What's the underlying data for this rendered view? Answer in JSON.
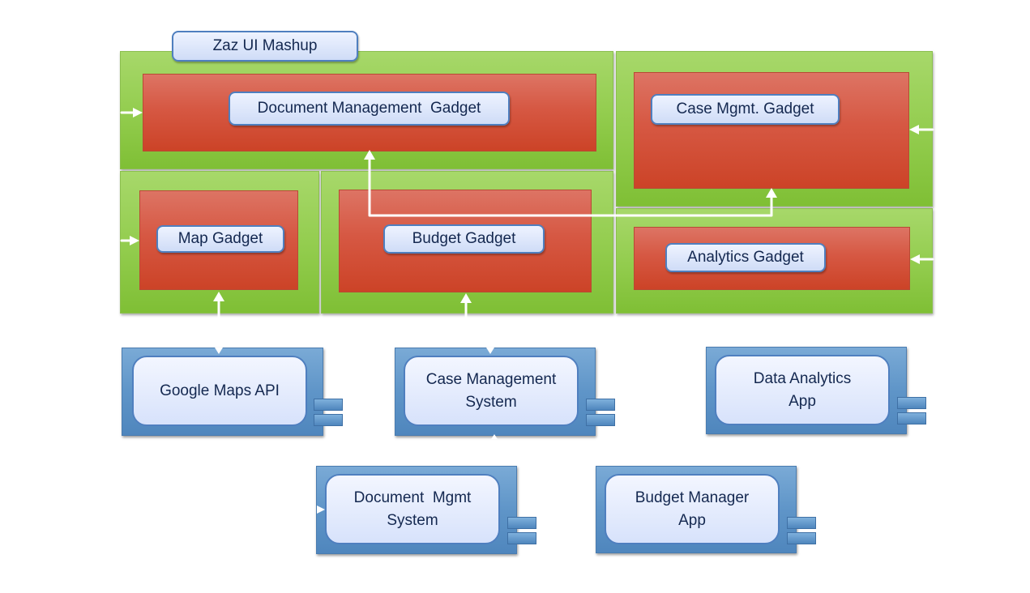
{
  "mashup": {
    "title": "Zaz UI Mashup"
  },
  "gadgets": {
    "document_management": "Document Management  Gadget",
    "case_mgmt": "Case Mgmt. Gadget",
    "map": "Map Gadget",
    "budget": "Budget Gadget",
    "analytics": "Analytics Gadget"
  },
  "components": {
    "google_maps": "Google Maps API",
    "case_management": "Case Management\nSystem",
    "data_analytics": "Data Analytics\nApp",
    "document_mgmt": "Document  Mgmt\nSystem",
    "budget_manager": "Budget Manager\nApp"
  },
  "colors": {
    "panel_green": "#92cc4d",
    "gadget_red": "#d65843",
    "label_blue_border": "#4f7fbf",
    "component_blue": "#5f95c8",
    "connector": "#ffffff"
  }
}
